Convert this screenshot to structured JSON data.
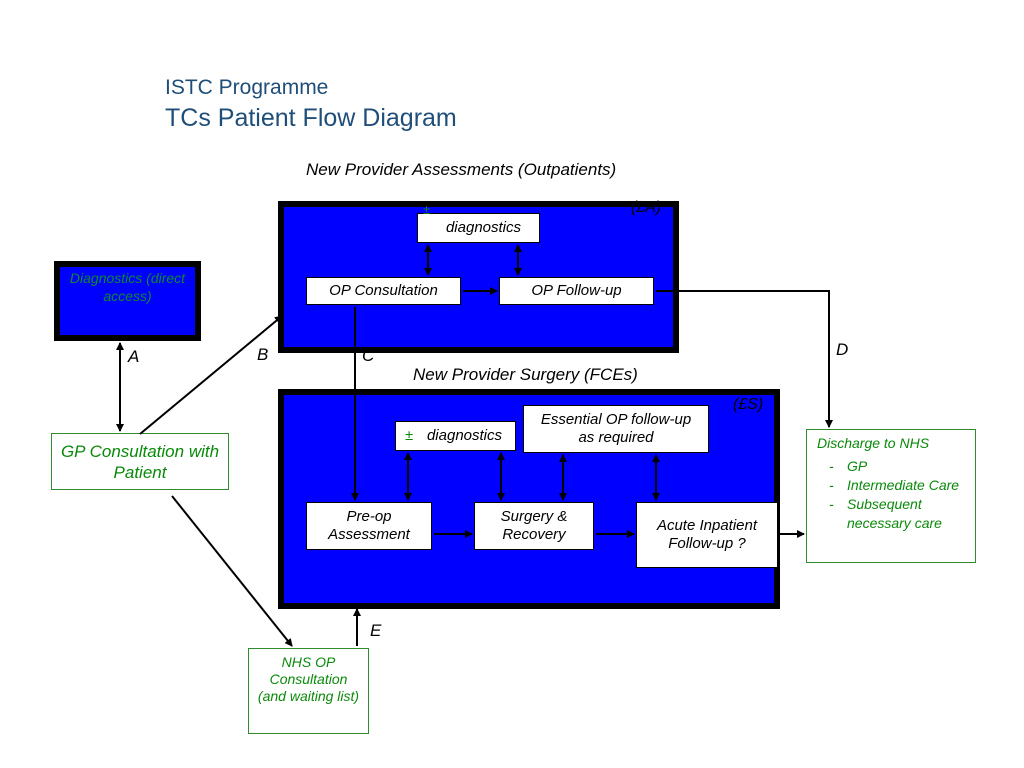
{
  "title": {
    "line1": "ISTC Programme",
    "line2": "TCs Patient Flow Diagram"
  },
  "assessments": {
    "caption": "New Provider Assessments (Outpatients)",
    "code": "(£A)",
    "plus_sign": "±",
    "diagnostics": "diagnostics",
    "op_consultation": "OP Consultation",
    "op_followup": "OP Follow-up"
  },
  "surgery": {
    "caption": "New Provider Surgery (FCEs)",
    "code": "(£S)",
    "plus_sign": "±",
    "diagnostics": "diagnostics",
    "essential_followup": "Essential OP follow-up as required",
    "preop": "Pre-op Assessment",
    "surgery_recovery": "Surgery & Recovery",
    "acute_followup": "Acute Inpatient Follow-up ?"
  },
  "diagnostics_direct": "Diagnostics (direct access)",
  "gp_consultation": "GP Consultation with Patient",
  "nhs_op": "NHS OP Consultation (and waiting list)",
  "discharge": {
    "title": "Discharge to NHS",
    "items": [
      "GP",
      "Intermediate Care",
      "Subsequent necessary care"
    ]
  },
  "letters": {
    "a": "A",
    "b": "B",
    "c": "C",
    "d": "D",
    "e": "E"
  }
}
